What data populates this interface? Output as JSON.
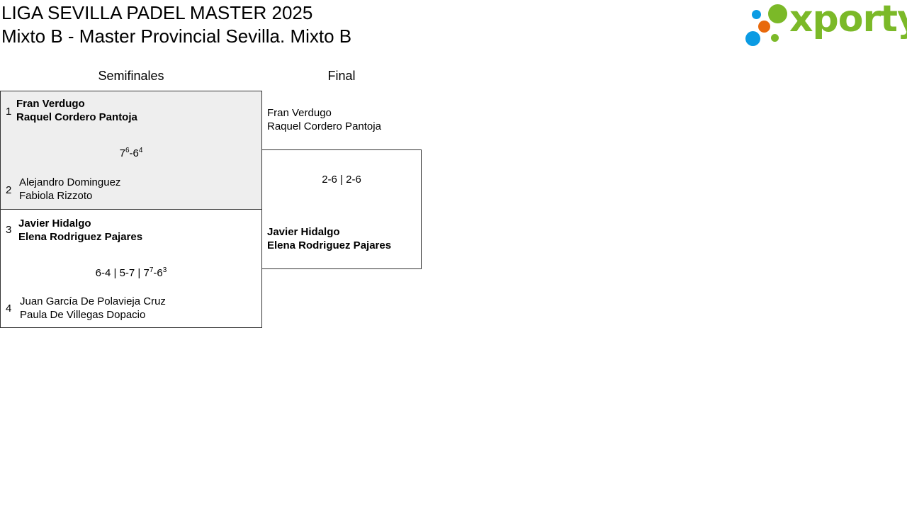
{
  "header": {
    "title": "LIGA SEVILLA PADEL MASTER 2025",
    "subtitle": "Mixto B - Master Provincial Sevilla. Mixto B"
  },
  "logo": {
    "text": "xporty",
    "colors": {
      "green": "#7bb928",
      "blue": "#0b9be3",
      "orange": "#e8690c"
    }
  },
  "rounds": {
    "semifinals": "Semifinales",
    "final": "Final"
  },
  "semifinal_1": {
    "team_a": {
      "seed": "1",
      "player1": "Fran Verdugo",
      "player2": "Raquel Cordero Pantoja"
    },
    "score": {
      "set1_main": "7",
      "set1_tb": "6",
      "sep": "-",
      "set2_main": "6",
      "set2_tb": "4"
    },
    "team_b": {
      "seed": "2",
      "player1": "Alejandro Dominguez",
      "player2": "Fabiola Rizzoto"
    }
  },
  "semifinal_2": {
    "team_a": {
      "seed": "3",
      "player1": "Javier Hidalgo",
      "player2": "Elena Rodriguez Pajares"
    },
    "score": {
      "prefix": "6-4 | 5-7 | ",
      "set3_main": "7",
      "set3_tb": "7",
      "sep": "-",
      "set3_b_main": "6",
      "set3_b_tb": "3"
    },
    "team_b": {
      "seed": "4",
      "player1": "Juan García De Polavieja Cruz",
      "player2": "Paula De Villegas Dopacio"
    }
  },
  "final": {
    "team_a": {
      "player1": "Fran Verdugo",
      "player2": "Raquel Cordero Pantoja"
    },
    "score": "2-6 | 2-6",
    "team_b": {
      "player1": "Javier Hidalgo",
      "player2": "Elena Rodriguez Pajares"
    }
  }
}
